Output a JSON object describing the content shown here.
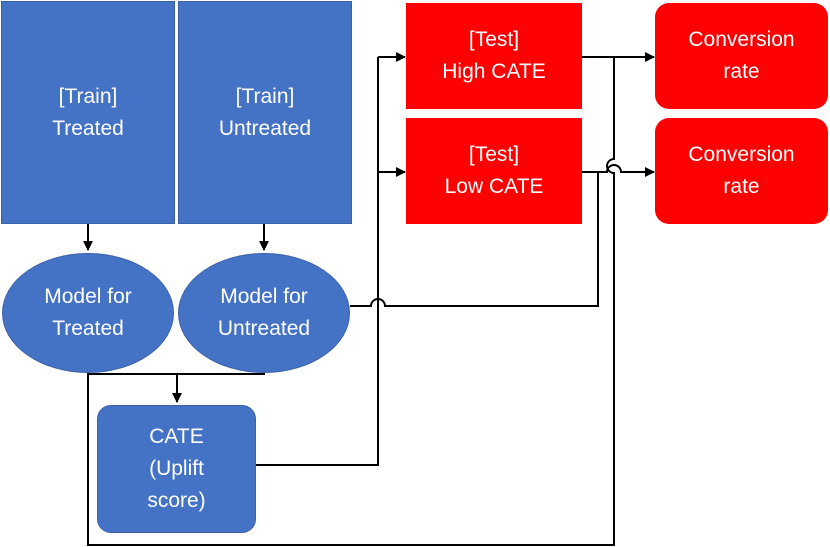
{
  "nodes": {
    "train_treated": {
      "line1": "[Train]",
      "line2": "Treated"
    },
    "train_untreated": {
      "line1": "[Train]",
      "line2": "Untreated"
    },
    "model_treated": {
      "line1": "Model for",
      "line2": "Treated"
    },
    "model_untreated": {
      "line1": "Model for",
      "line2": "Untreated"
    },
    "cate": {
      "line1": "CATE",
      "line2": "(Uplift",
      "line3": "score)"
    },
    "test_high": {
      "line1": "[Test]",
      "line2": "High CATE"
    },
    "test_low": {
      "line1": "[Test]",
      "line2": "Low CATE"
    },
    "conversion_high": {
      "line1": "Conversion",
      "line2": "rate"
    },
    "conversion_low": {
      "line1": "Conversion",
      "line2": "rate"
    }
  },
  "colors": {
    "train_fill": "#4472c4",
    "test_fill": "#ff0000",
    "connector": "#000000"
  }
}
